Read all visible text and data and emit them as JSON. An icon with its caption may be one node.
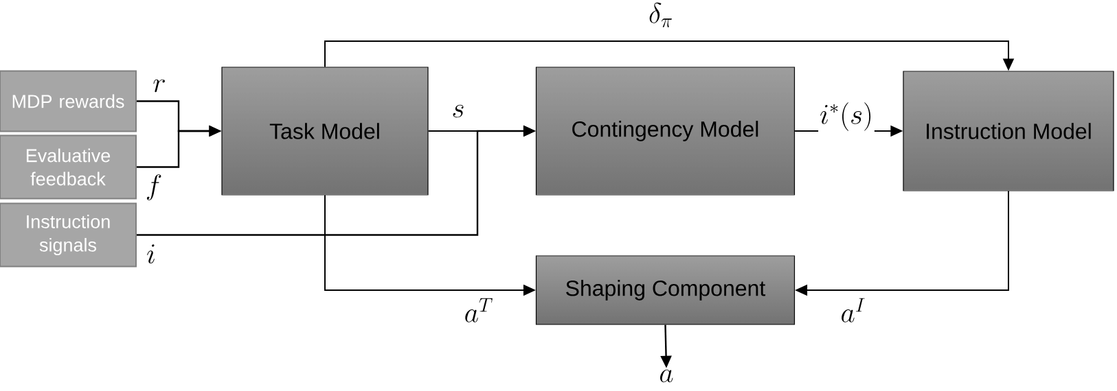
{
  "diagram": {
    "nodes": [
      {
        "text": [
          "MDP rewards"
        ]
      },
      {
        "text": [
          "Evaluative feedback"
        ]
      },
      {
        "text": [
          "Instruction signals"
        ]
      },
      {
        "text": [
          "Task Model"
        ]
      },
      {
        "text": [
          "Contingency Model"
        ]
      },
      {
        "text": [
          "Instruction Model"
        ]
      },
      {
        "text": [
          "Shaping Component"
        ]
      },
      {
        "text": [
          "a"
        ]
      }
    ],
    "edges": [
      {
        "from": 0,
        "to": 3,
        "arrow": "to",
        "label": "r"
      },
      {
        "from": 1,
        "to": 3,
        "arrow": "to",
        "label": "f"
      },
      {
        "from": 2,
        "to": 4,
        "arrow": "to",
        "label": "i"
      },
      {
        "from": 3,
        "to": 4,
        "arrow": "to",
        "label": "s"
      },
      {
        "from": 4,
        "to": 5,
        "arrow": "to",
        "label": "i^*(s)"
      },
      {
        "from": 3,
        "to": 5,
        "arrow": "to",
        "label": "\\delta_\\pi"
      },
      {
        "from": 3,
        "to": 6,
        "arrow": "to",
        "label": "a^T"
      },
      {
        "from": 5,
        "to": 6,
        "arrow": "to",
        "label": "a^I"
      },
      {
        "from": 6,
        "to": 7,
        "arrow": "to"
      }
    ]
  }
}
